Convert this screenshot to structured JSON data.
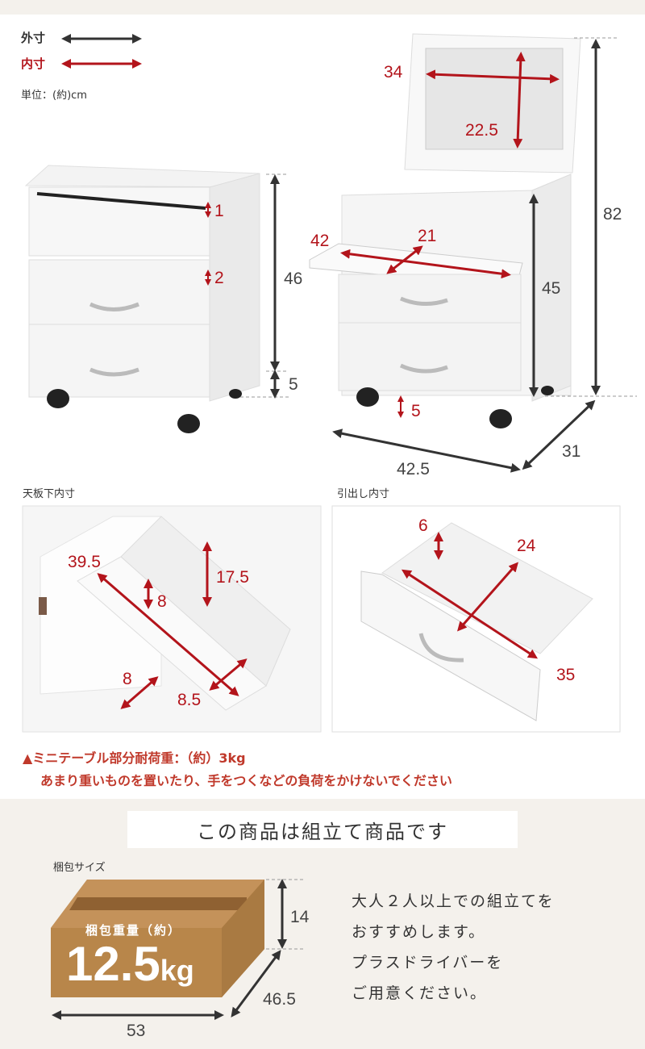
{
  "legend": {
    "outer_label": "外寸",
    "inner_label": "内寸",
    "unit": "単位：(約)cm",
    "outer_color": "#333333",
    "inner_color": "#b3141b"
  },
  "closed_view": {
    "height_body": "46",
    "height_caster": "5",
    "gap_top": "1",
    "gap_second": "2"
  },
  "open_view": {
    "mirror_width": "34",
    "mirror_height": "22.5",
    "total_height": "82",
    "table_width": "42",
    "table_depth": "21",
    "table_height": "45",
    "floor_clearance": "5",
    "width": "42.5",
    "depth": "31"
  },
  "under_top": {
    "title": "天板下内寸",
    "length": "39.5",
    "height": "17.5",
    "divider_height": "8",
    "front_width": "8",
    "back_width": "8.5"
  },
  "drawer_inner": {
    "title": "引出し内寸",
    "height": "6",
    "depth": "24",
    "width": "35"
  },
  "warning": {
    "line1": "▲ミニテーブル部分耐荷重：（約）3kg",
    "line2": "あまり重いものを置いたり、手をつくなどの負荷をかけないでください"
  },
  "assembly": {
    "banner": "この商品は組立て商品です",
    "package_title": "梱包サイズ",
    "package_weight_label": "梱包重量（約）",
    "package_weight_value": "12.5",
    "package_weight_unit": "kg",
    "package_height": "14",
    "package_depth": "46.5",
    "package_width": "53",
    "advice_lines": [
      "大人２人以上での組立てを",
      "おすすめします。",
      "プラスドライバーを",
      "ご用意ください。"
    ],
    "box_color": "#b8864a"
  }
}
